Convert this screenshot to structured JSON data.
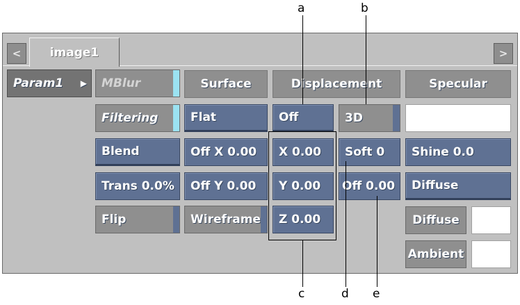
{
  "tabs": {
    "prev_label": "<",
    "next_label": ">",
    "active_tab": "image1"
  },
  "left": {
    "param_label": "Param1",
    "param_arrow": "▶",
    "mblur_label": "MBlur",
    "filtering_label": "Filtering",
    "blend_label": "Blend",
    "trans_label": "Trans 0.0%",
    "flip_label": "Flip"
  },
  "surface": {
    "header": "Surface",
    "mode": "Flat",
    "offset_x": "Off X 0.00",
    "offset_y": "Off Y 0.00",
    "wireframe": "Wireframe"
  },
  "displacement": {
    "header": "Displacement",
    "mode": "Off",
    "dimension": "3D",
    "x": "X 0.00",
    "y": "Y 0.00",
    "z": "Z 0.00",
    "soft": "Soft 0",
    "off": "Off 0.00"
  },
  "specular": {
    "header": "Specular",
    "shine": "Shine 0.0",
    "diffuse_mode": "Diffuse",
    "diffuse_label": "Diffuse",
    "ambient_label": "Ambient"
  },
  "callouts": {
    "a": "a",
    "b": "b",
    "c": "c",
    "d": "d",
    "e": "e"
  },
  "colors": {
    "panel": "#c0c0c0",
    "button_blue": "#5f7193",
    "button_gray": "#8f8f8f",
    "accent_cyan": "#9be2f2"
  }
}
